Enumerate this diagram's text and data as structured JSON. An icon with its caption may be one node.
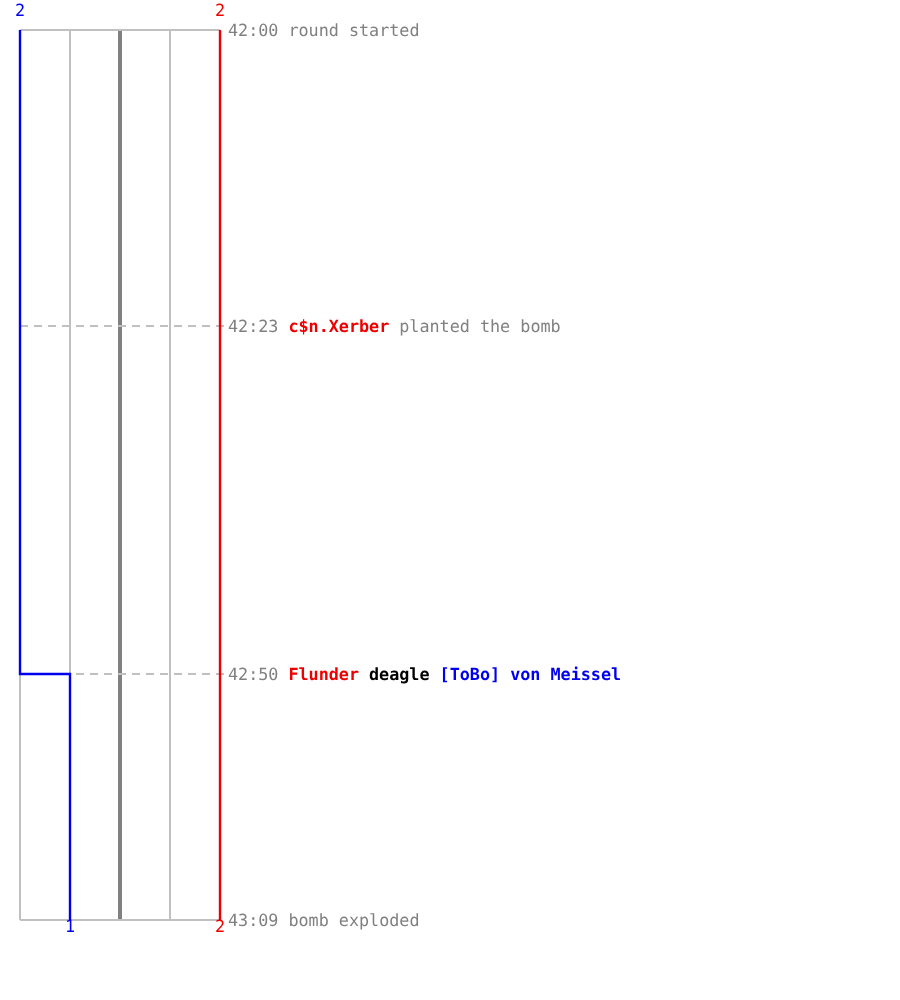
{
  "diagram": {
    "labels": [
      "2",
      "2",
      "42:00",
      "round started",
      "42:23",
      "c$n.Xerber",
      "planted the bomb",
      "42:50",
      "Flunder",
      "deagle",
      "[ToBo] von Meissel",
      "1",
      "2",
      "43:09",
      "bomb exploded"
    ]
  }
}
